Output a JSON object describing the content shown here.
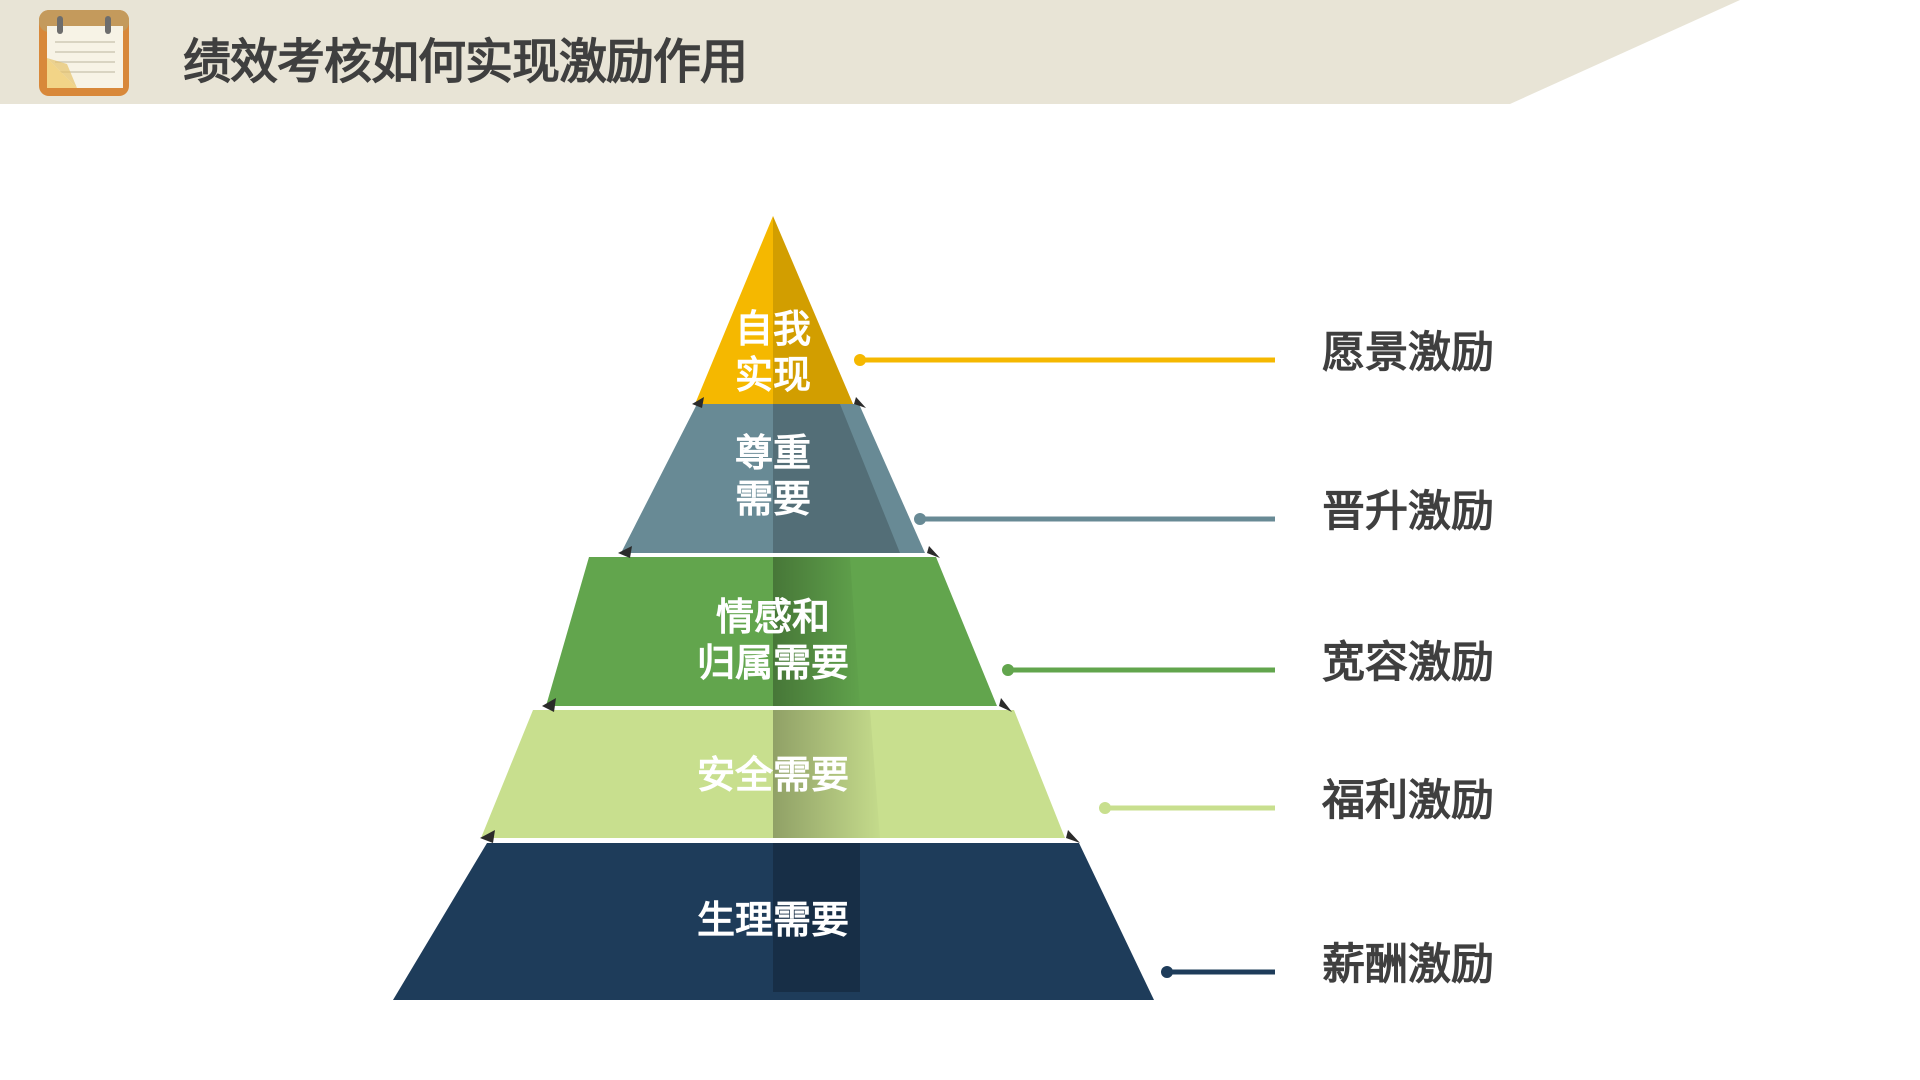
{
  "header": {
    "title": "绩效考核如何实现激励作用",
    "icon": "notepad-icon",
    "band_color": "#e8e4d6"
  },
  "pyramid": {
    "levels": [
      {
        "line1": "自我",
        "line2": "实现",
        "color": "#f5b800",
        "motive": "愿景激励"
      },
      {
        "line1": "尊重",
        "line2": "需要",
        "color": "#688a95",
        "motive": "晋升激励"
      },
      {
        "line1": "情感和",
        "line2": "归属需要",
        "color": "#62a54d",
        "motive": "宽容激励"
      },
      {
        "line1": "安全需要",
        "line2": "",
        "color": "#c8df8e",
        "motive": "福利激励"
      },
      {
        "line1": "生理需要",
        "line2": "",
        "color": "#1e3c5a",
        "motive": "薪酬激励"
      }
    ]
  }
}
